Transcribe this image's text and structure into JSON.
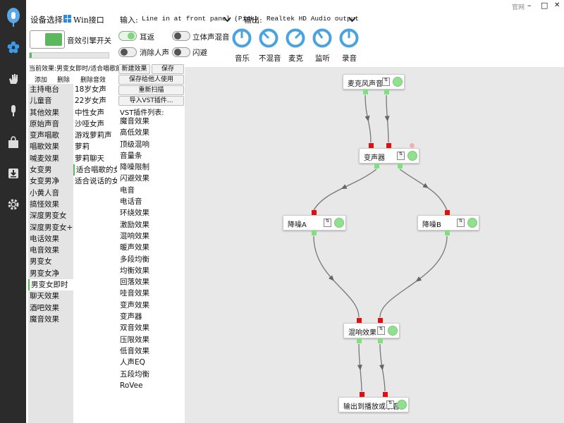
{
  "window": {
    "official_site": "官网",
    "minimize": "–",
    "maximize": "□",
    "close": "✕"
  },
  "sidebar": [
    {
      "name": "logo-icon",
      "glyph": "Ω"
    },
    {
      "name": "effects-icon",
      "glyph": "✿"
    },
    {
      "name": "gesture-icon",
      "glyph": "✋"
    },
    {
      "name": "microphone-icon",
      "glyph": "🎤"
    },
    {
      "name": "shop-icon",
      "glyph": "🛍"
    },
    {
      "name": "download-icon",
      "glyph": "⬇"
    },
    {
      "name": "settings-icon",
      "glyph": "⚙"
    }
  ],
  "device": {
    "label": "设备选择:",
    "value": "Win接口"
  },
  "io": {
    "input_label": "输入:",
    "input_value": "Line in at front panel (Pink)",
    "output_label": "输出:",
    "output_value": "Realtek HD Audio output"
  },
  "engine": {
    "label": "音效引擎开关",
    "on": true
  },
  "toggles": [
    {
      "label": "耳返",
      "on": true
    },
    {
      "label": "立体声混音",
      "on": false
    },
    {
      "label": "消除人声",
      "on": false
    },
    {
      "label": "闪避",
      "on": false
    }
  ],
  "knobs": [
    "音乐",
    "不混音",
    "麦克",
    "监听",
    "录音"
  ],
  "current_effect": "当前效果:男变女即时/适合唱歌的女声",
  "left_actions": {
    "add": "添加",
    "delete": "删除",
    "delete_sound": "删除音效"
  },
  "categories": [
    "主持电台",
    "儿童音",
    "其他效果",
    "原始声音",
    "变声唱歌",
    "唱歌效果",
    "喊麦效果",
    "女变男",
    "女变男净",
    "小黄人音",
    "搞怪效果",
    "深度男变女",
    "深度男变女+混响",
    "电话效果",
    "电音效果",
    "男变女",
    "男变女净",
    "男变女即时",
    "聊天效果",
    "酒吧效果",
    "魔音效果"
  ],
  "selected_category": 17,
  "presets": [
    "18岁女声",
    "22岁女声",
    "中性女声",
    "沙哑女声",
    "游戏萝莉声",
    "萝莉",
    "萝莉聊天",
    "适合唱歌的女声",
    "适合说话的女声"
  ],
  "selected_preset": 7,
  "mid_buttons": {
    "new_effect": "新建效果",
    "save": "保存",
    "save_share": "保存给他人使用",
    "rescan": "重新扫描",
    "import_vst": "导入VST插件..."
  },
  "vst_title": "VST插件列表:",
  "vst_plugins": [
    "魔音效果",
    "高低效果",
    "顶级混响",
    "音量条",
    "降噪限制",
    "闪避效果",
    "电音",
    "电话音",
    "环绕效果",
    "激励效果",
    "混响效果",
    "暖声效果",
    "多段均衡",
    "均衡效果",
    "回落效果",
    "哇音效果",
    "变声效果",
    "变声器",
    "双音效果",
    "压限效果",
    "低音效果",
    "人声EQ",
    "五段均衡",
    "RoVee"
  ],
  "graph": {
    "nodes": [
      {
        "id": "mic",
        "label": "麦克风声音"
      },
      {
        "id": "voicechanger",
        "label": "变声器"
      },
      {
        "id": "noiseA",
        "label": "降噪A"
      },
      {
        "id": "noiseB",
        "label": "降噪B"
      },
      {
        "id": "reverb",
        "label": "混响效果"
      },
      {
        "id": "output",
        "label": "输出到播放或录音"
      }
    ],
    "node_button_glyph": "⇅",
    "edges": [
      [
        "mic",
        "voicechanger"
      ],
      [
        "mic",
        "voicechanger"
      ],
      [
        "voicechanger",
        "noiseA"
      ],
      [
        "voicechanger",
        "noiseB"
      ],
      [
        "noiseA",
        "reverb"
      ],
      [
        "noiseB",
        "reverb"
      ],
      [
        "reverb",
        "output"
      ],
      [
        "reverb",
        "output"
      ]
    ]
  },
  "colors": {
    "accent_green": "#5cb85c",
    "port_in": "#e01010",
    "port_out": "#80e080",
    "knob_blue": "#4aa3df",
    "sidebar": "#2b2b2b"
  }
}
